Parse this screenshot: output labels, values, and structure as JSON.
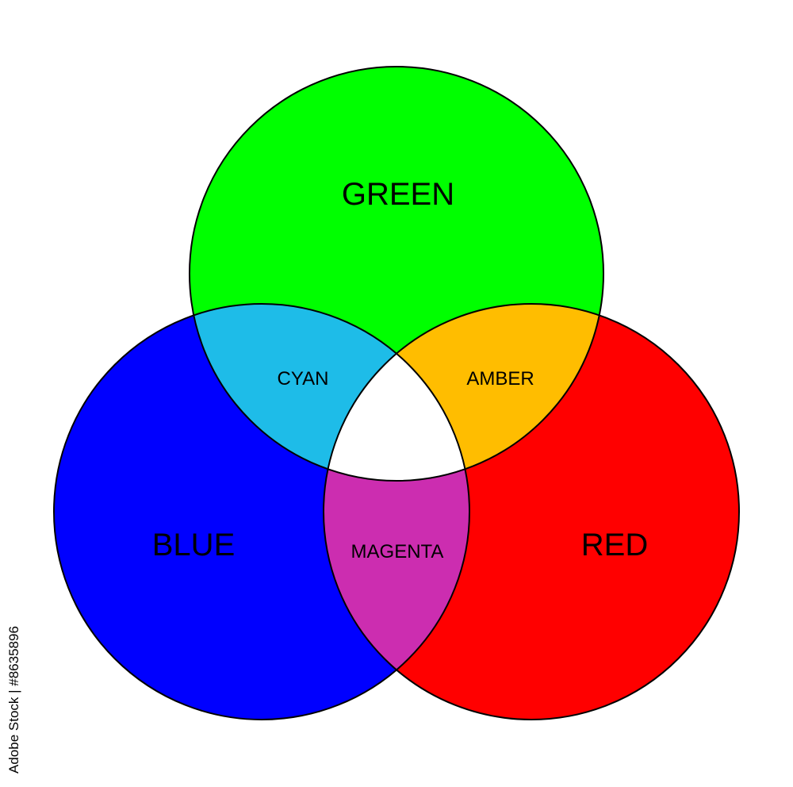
{
  "colors": {
    "green": "#00FF00",
    "blue": "#0000FF",
    "red": "#FF0000",
    "cyan": "#1EBCE8",
    "amber": "#FFBD00",
    "magenta": "#CC2DB0",
    "white_center": "#FFFFFF",
    "outline": "#000000"
  },
  "circles": {
    "green": {
      "label": "GREEN"
    },
    "blue": {
      "label": "BLUE"
    },
    "red": {
      "label": "RED"
    }
  },
  "overlaps": {
    "cyan": {
      "label": "CYAN"
    },
    "amber": {
      "label": "AMBER"
    },
    "magenta": {
      "label": "MAGENTA"
    }
  },
  "stock_id": "Adobe Stock | #8635896"
}
